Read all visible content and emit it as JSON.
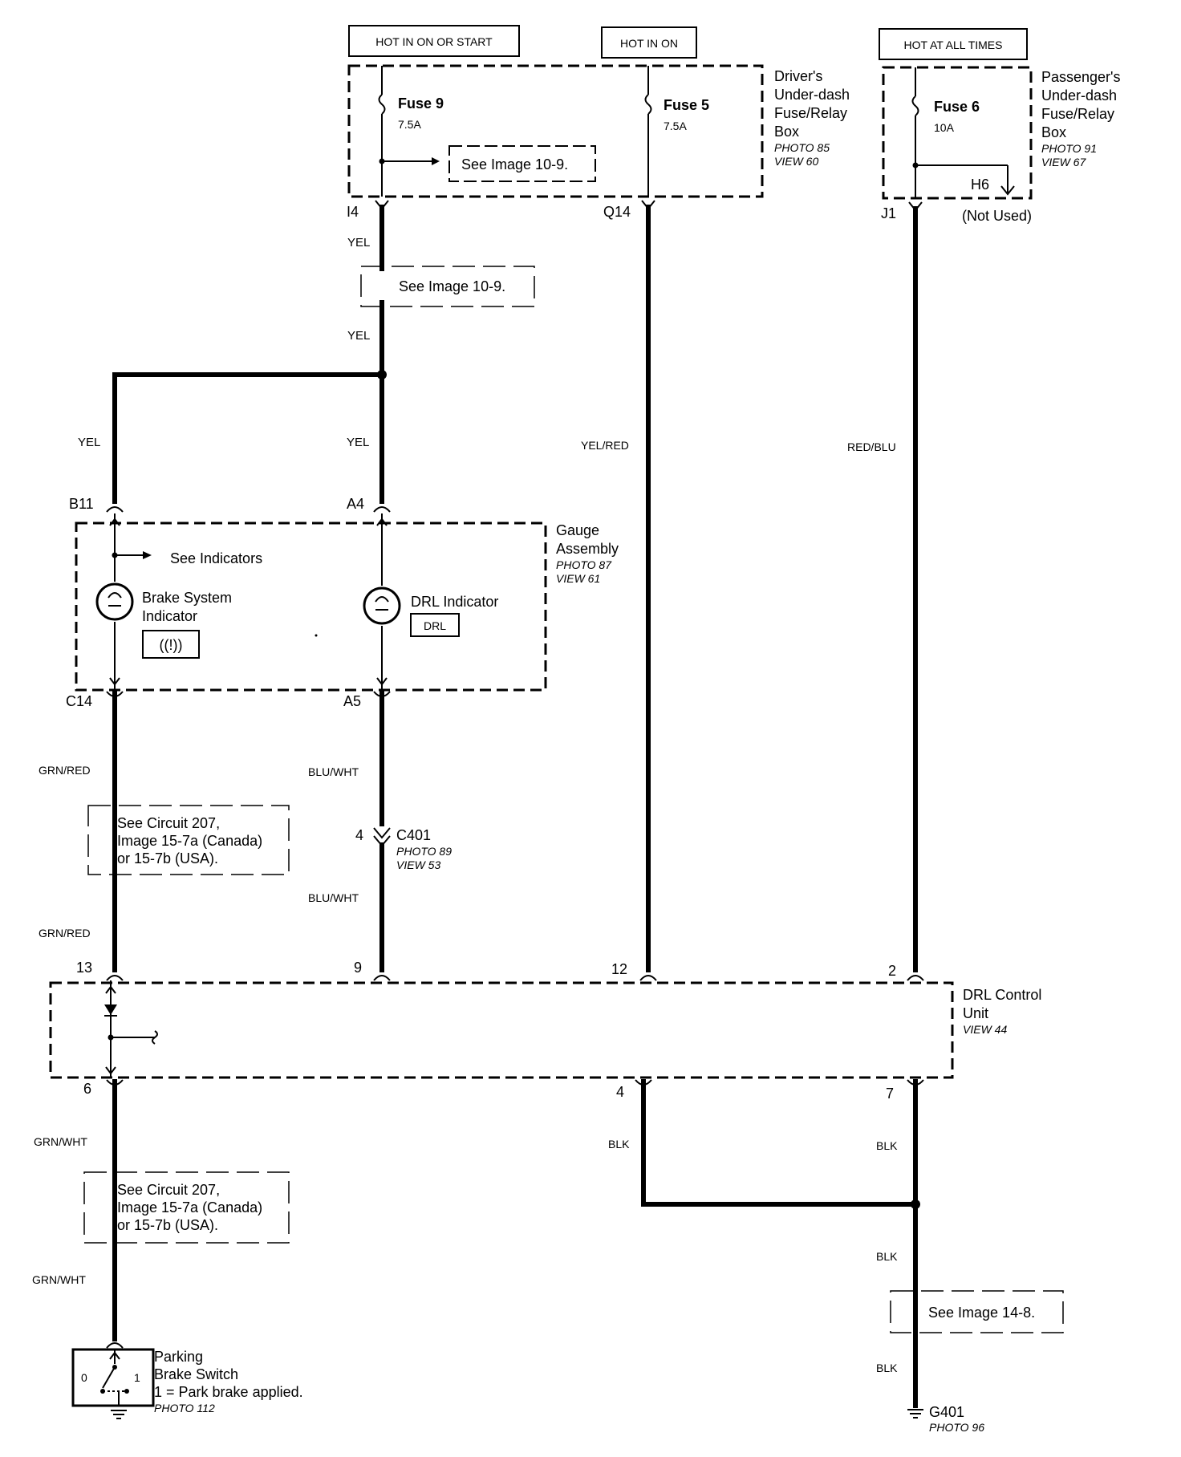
{
  "power": {
    "hot_on_or_start": "HOT IN ON OR START",
    "hot_in_on": "HOT IN ON",
    "hot_at_all_times": "HOT AT ALL TIMES"
  },
  "driver_box": {
    "name_lines": [
      "Driver's",
      "Under-dash",
      "Fuse/Relay",
      "Box"
    ],
    "photo": "PHOTO 85",
    "view": "VIEW 60",
    "fuse9": "Fuse 9",
    "fuse9_amp": "7.5A",
    "fuse5": "Fuse 5",
    "fuse5_amp": "7.5A",
    "ref": "See Image 10-9.",
    "pin_left": "I4",
    "pin_right": "Q14"
  },
  "passenger_box": {
    "name_lines": [
      "Passenger's",
      "Under-dash",
      "Fuse/Relay",
      "Box"
    ],
    "photo": "PHOTO 91",
    "view": "VIEW 67",
    "fuse6": "Fuse 6",
    "fuse6_amp": "10A",
    "h6": "H6",
    "not_used": "(Not Used)",
    "pin": "J1"
  },
  "wires": {
    "yel": "YEL",
    "yel_red": "YEL/RED",
    "red_blu": "RED/BLU",
    "grn_red": "GRN/RED",
    "blu_wht": "BLU/WHT",
    "grn_wht": "GRN/WHT",
    "blk": "BLK"
  },
  "refs": {
    "image_10_9": "See Image 10-9.",
    "image_14_8": "See Image 14-8.",
    "circuit_lines": [
      "See Circuit 207,",
      "Image 15-7a (Canada)",
      "or  15-7b (USA)."
    ]
  },
  "gauge": {
    "name_lines": [
      "Gauge",
      "Assembly"
    ],
    "photo": "PHOTO 87",
    "view": "VIEW 61",
    "pin_b11": "B11",
    "pin_a4": "A4",
    "pin_c14": "C14",
    "pin_a5": "A5",
    "see_indicators": "See Indicators",
    "brake_lines": [
      "Brake System",
      "Indicator"
    ],
    "brake_symbol": "((!))",
    "drl_indicator": "DRL Indicator",
    "drl_symbol": "DRL"
  },
  "c401": {
    "name": "C401",
    "pin": "4",
    "photo": "PHOTO 89",
    "view": "VIEW 53"
  },
  "drl_unit": {
    "name_lines": [
      "DRL Control",
      "Unit"
    ],
    "view": "VIEW 44",
    "pin13": "13",
    "pin9": "9",
    "pin12": "12",
    "pin2": "2",
    "pin6": "6",
    "pin4": "4",
    "pin7": "7"
  },
  "parking": {
    "name_lines": [
      "Parking",
      "Brake Switch"
    ],
    "note": "1 =  Park brake applied.",
    "photo": "PHOTO 112",
    "pos0": "0",
    "pos1": "1"
  },
  "ground": {
    "name": "G401",
    "photo": "PHOTO 96"
  }
}
